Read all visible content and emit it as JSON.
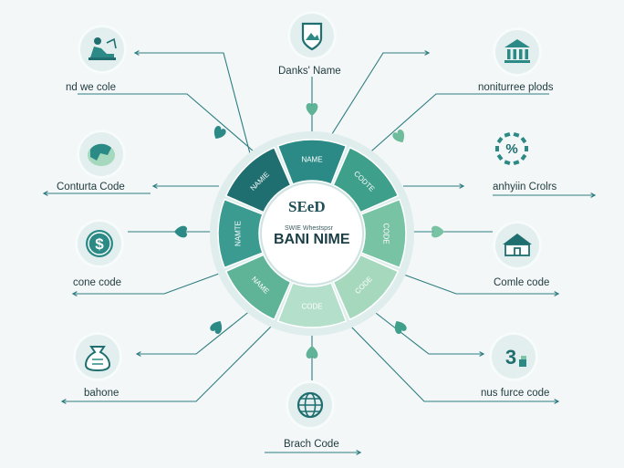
{
  "center": {
    "logo_text": "SEeD",
    "tagline": "SWIE Whestspsr",
    "title": "BANI NIME"
  },
  "ring_segments": [
    {
      "label": "NAME",
      "color": "#2b8a86"
    },
    {
      "label": "CODTE",
      "color": "#3e9f8a"
    },
    {
      "label": "CODE",
      "color": "#79c3a5"
    },
    {
      "label": "CODE",
      "color": "#a6d8be"
    },
    {
      "label": "CODE",
      "color": "#b4dfca"
    },
    {
      "label": "NAME",
      "color": "#5fb397"
    },
    {
      "label": "NAMTE",
      "color": "#3b9b91"
    },
    {
      "label": "NAMIE",
      "color": "#1f6e70"
    }
  ],
  "nodes": {
    "top": {
      "label": "Danks' Name",
      "icon": "shield-landscape-icon"
    },
    "top_left": {
      "label": "nd we cole",
      "icon": "person-desk-icon"
    },
    "top_right": {
      "label": "noniturree plods",
      "icon": "bank-building-icon"
    },
    "mid_left": {
      "label": "Conturta Code",
      "icon": "globe-map-icon"
    },
    "mid_right": {
      "label": "anhyiin Crolrs",
      "icon": "percent-gear-icon"
    },
    "left": {
      "label": "cone code",
      "icon": "dollar-coin-icon"
    },
    "right": {
      "label": "Comle code",
      "icon": "tent-bank-icon"
    },
    "bottom_left": {
      "label": "bahone",
      "icon": "money-bag-icon"
    },
    "bottom_right": {
      "label": "nus furce code",
      "icon": "dollar-coins-icon"
    },
    "bottom": {
      "label": "Brach Code",
      "icon": "globe-icon"
    }
  },
  "colors": {
    "dark": "#1f6e70",
    "teal": "#2b8a86",
    "mid": "#3e9f8a",
    "light": "#a6d8be",
    "line": "#2c7c80",
    "node_bg": "#e3efee"
  }
}
